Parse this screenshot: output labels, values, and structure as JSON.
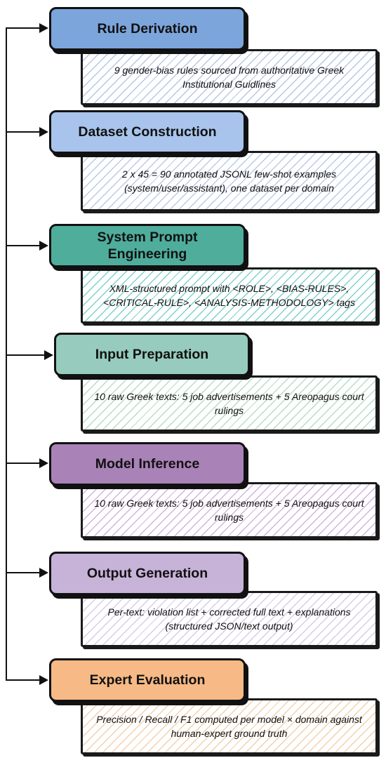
{
  "steps": [
    {
      "title": "Rule Derivation",
      "description": "9 gender-bias rules sourced from authoritative Greek Institutional Guidlines",
      "color": "#7ca5dc",
      "hatch": "#b4c8e6"
    },
    {
      "title": "Dataset Construction",
      "description": "2 x 45 = 90 annotated JSONL few-shot examples (system/user/assistant), one dataset per domain",
      "color": "#a8c4ec",
      "hatch": "#b8cbea"
    },
    {
      "title": "System Prompt Engineering",
      "description": "XML-structured prompt with <ROLE>, <BIAS-RULES>, <CRITICAL-RULE>, <ANALYSIS-METHODOLOGY> tags",
      "color": "#4fad9c",
      "hatch": "#7fd2c6"
    },
    {
      "title": "Input Preparation",
      "description": "10 raw Greek texts: 5 job advertisements + 5 Areopagus court rulings",
      "color": "#96cbbd",
      "hatch": "#b6dcc8"
    },
    {
      "title": "Model Inference",
      "description": "10 raw Greek texts: 5 job advertisements + 5 Areopagus court rulings",
      "color": "#a982b8",
      "hatch": "#d2b2e0"
    },
    {
      "title": "Output Generation",
      "description": "Per-text: violation list + corrected full text + explanations (structured JSON/text output)",
      "color": "#c7b2d8",
      "hatch": "#d8cbe6"
    },
    {
      "title": "Expert Evaluation",
      "description": "Precision / Recall / F1 computed per model × domain against human-expert ground truth",
      "color": "#f7b985",
      "hatch": "#f3d0ac"
    }
  ]
}
